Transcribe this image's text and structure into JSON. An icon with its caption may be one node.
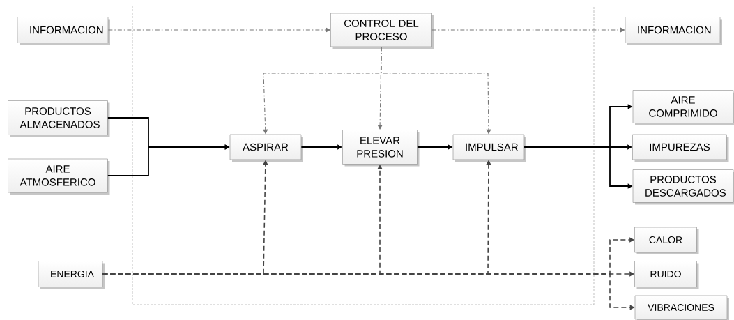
{
  "diagram": {
    "nodes": [
      {
        "text": [
          "INFORMACION"
        ]
      },
      {
        "text": [
          "CONTROL DEL PROCESO"
        ]
      },
      {
        "text": [
          "INFORMACION"
        ]
      },
      {
        "text": [
          "PRODUCTOS ALMACENADOS"
        ]
      },
      {
        "text": [
          "AIRE ATMOSFERICO"
        ]
      },
      {
        "text": [
          "ASPIRAR"
        ]
      },
      {
        "text": [
          "ELEVAR PRESION"
        ]
      },
      {
        "text": [
          "IMPULSAR"
        ]
      },
      {
        "text": [
          "AIRE COMPRIMIDO"
        ]
      },
      {
        "text": [
          "IMPUREZAS"
        ]
      },
      {
        "text": [
          "PRODUCTOS DESCARGADOS"
        ]
      },
      {
        "text": [
          "ENERGIA"
        ]
      },
      {
        "text": [
          "CALOR"
        ]
      },
      {
        "text": [
          "RUIDO"
        ]
      },
      {
        "text": [
          "VIBRACIONES"
        ]
      }
    ],
    "edges": [
      {
        "from": 0,
        "to": 1,
        "arrow": "to",
        "style": "dashed",
        "color": "#777777"
      },
      {
        "from": 1,
        "to": 2,
        "arrow": "to",
        "style": "dashed",
        "color": "#777777"
      },
      {
        "from": 1,
        "to": 5,
        "arrow": "to",
        "style": "dashed",
        "color": "#777777"
      },
      {
        "from": 1,
        "to": 6,
        "arrow": "to",
        "style": "dashed",
        "color": "#777777"
      },
      {
        "from": 1,
        "to": 7,
        "arrow": "to",
        "style": "dashed",
        "color": "#777777"
      },
      {
        "from": 3,
        "to": 5,
        "arrow": "to"
      },
      {
        "from": 4,
        "to": 5,
        "arrow": "to"
      },
      {
        "from": 5,
        "to": 6,
        "arrow": "to"
      },
      {
        "from": 6,
        "to": 7,
        "arrow": "to"
      },
      {
        "from": 7,
        "to": 8,
        "arrow": "to"
      },
      {
        "from": 7,
        "to": 9,
        "arrow": "to"
      },
      {
        "from": 7,
        "to": 10,
        "arrow": "to"
      },
      {
        "from": 11,
        "to": 5,
        "arrow": "to",
        "style": "dashed",
        "color": "#444444"
      },
      {
        "from": 11,
        "to": 6,
        "arrow": "to",
        "style": "dashed",
        "color": "#444444"
      },
      {
        "from": 11,
        "to": 7,
        "arrow": "to",
        "style": "dashed",
        "color": "#444444"
      },
      {
        "from": 11,
        "to": 12,
        "arrow": "to",
        "style": "dashed",
        "color": "#444444"
      },
      {
        "from": 11,
        "to": 13,
        "arrow": "to",
        "style": "dashed",
        "color": "#444444"
      },
      {
        "from": 11,
        "to": 14,
        "arrow": "to",
        "style": "dashed",
        "color": "#444444"
      }
    ]
  }
}
